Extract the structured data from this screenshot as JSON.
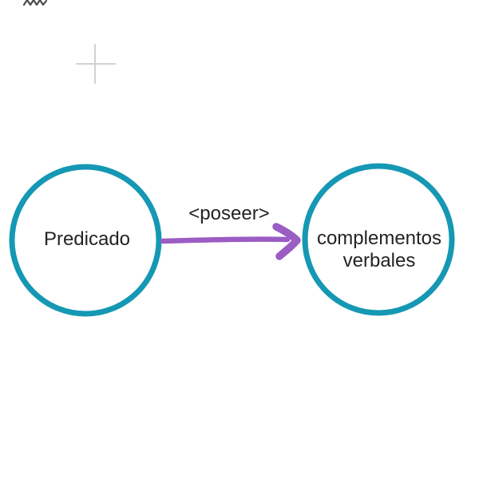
{
  "diagram": {
    "nodes": {
      "left": {
        "label": "Predicado"
      },
      "right": {
        "label": "complementos\nverbales"
      }
    },
    "edge": {
      "label": "<poseer>",
      "direction": "left-to-right"
    }
  },
  "colors": {
    "background": "#ffffff",
    "node_outline": "#1598b3",
    "node_fill": "#ffffff",
    "arrow": "#9b5cc3",
    "text": "#232323",
    "artifact_scribble": "#4a4a4a",
    "artifact_cross": "#d2d2d2"
  }
}
